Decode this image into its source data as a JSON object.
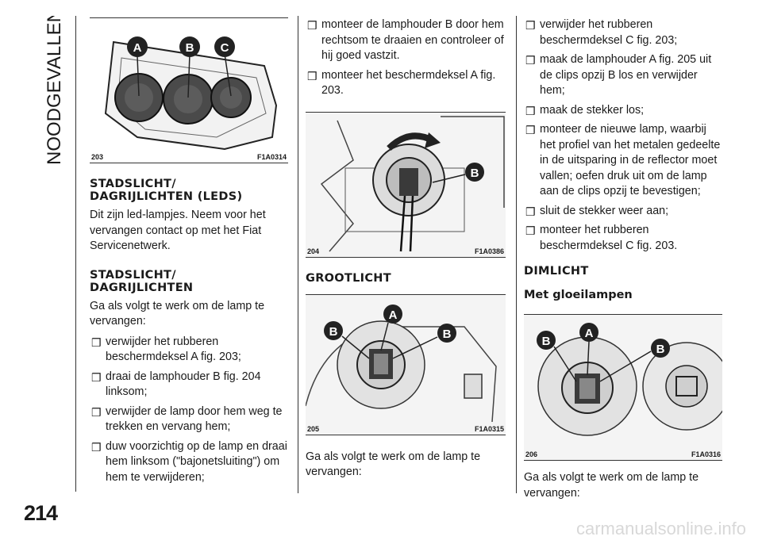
{
  "side_title": "NOODGEVALLEN",
  "page_number": "214",
  "watermark": "carmanualsonline.info",
  "col1": {
    "figure": {
      "number": "203",
      "code": "F1A0314",
      "labels": [
        "A",
        "B",
        "C"
      ]
    },
    "heading1": "STADSLICHT/\nDAGRIJLICHTEN (LEDS)",
    "para1": "Dit zijn led-lampjes. Neem voor het vervangen contact op met het Fiat Servicenetwerk.",
    "heading2": "STADSLICHT/\nDAGRIJLICHTEN",
    "para2": "Ga als volgt te werk om de lamp te vervangen:",
    "items": [
      "verwijder het rubberen beschermdeksel A fig. 203;",
      "draai de lamphouder B fig. 204 linksom;",
      "verwijder de lamp door hem weg te trekken en vervang hem;",
      "duw voorzichtig op de lamp en draai hem linksom (\"bajonetsluiting\") om hem te verwijderen;"
    ]
  },
  "col2": {
    "items": [
      "monteer de lamphouder B door hem rechtsom te draaien en controleer of hij goed vastzit.",
      "monteer het beschermdeksel A fig. 203."
    ],
    "figure204": {
      "number": "204",
      "code": "F1A0386",
      "labels": [
        "B"
      ]
    },
    "heading": "GROOTLICHT",
    "figure205": {
      "number": "205",
      "code": "F1A0315",
      "labels": [
        "A",
        "B",
        "B"
      ]
    },
    "para": "Ga als volgt te werk om de lamp te vervangen:"
  },
  "col3": {
    "items": [
      "verwijder het rubberen beschermdeksel C fig. 203;",
      "maak de lamphouder A fig. 205 uit de clips opzij B los en verwijder hem;",
      "maak de stekker los;",
      "monteer de nieuwe lamp, waarbij het profiel van het metalen gedeelte in de uitsparing in de reflector moet vallen; oefen druk uit om de lamp aan de clips opzij te bevestigen;",
      "sluit de stekker weer aan;",
      "monteer het rubberen beschermdeksel C fig. 203."
    ],
    "heading": "DIMLICHT",
    "subheading": "Met gloeilampen",
    "figure206": {
      "number": "206",
      "code": "F1A0316",
      "labels": [
        "B",
        "A",
        "B"
      ]
    },
    "para": "Ga als volgt te werk om de lamp te vervangen:"
  },
  "checkbox_glyph": "❒"
}
